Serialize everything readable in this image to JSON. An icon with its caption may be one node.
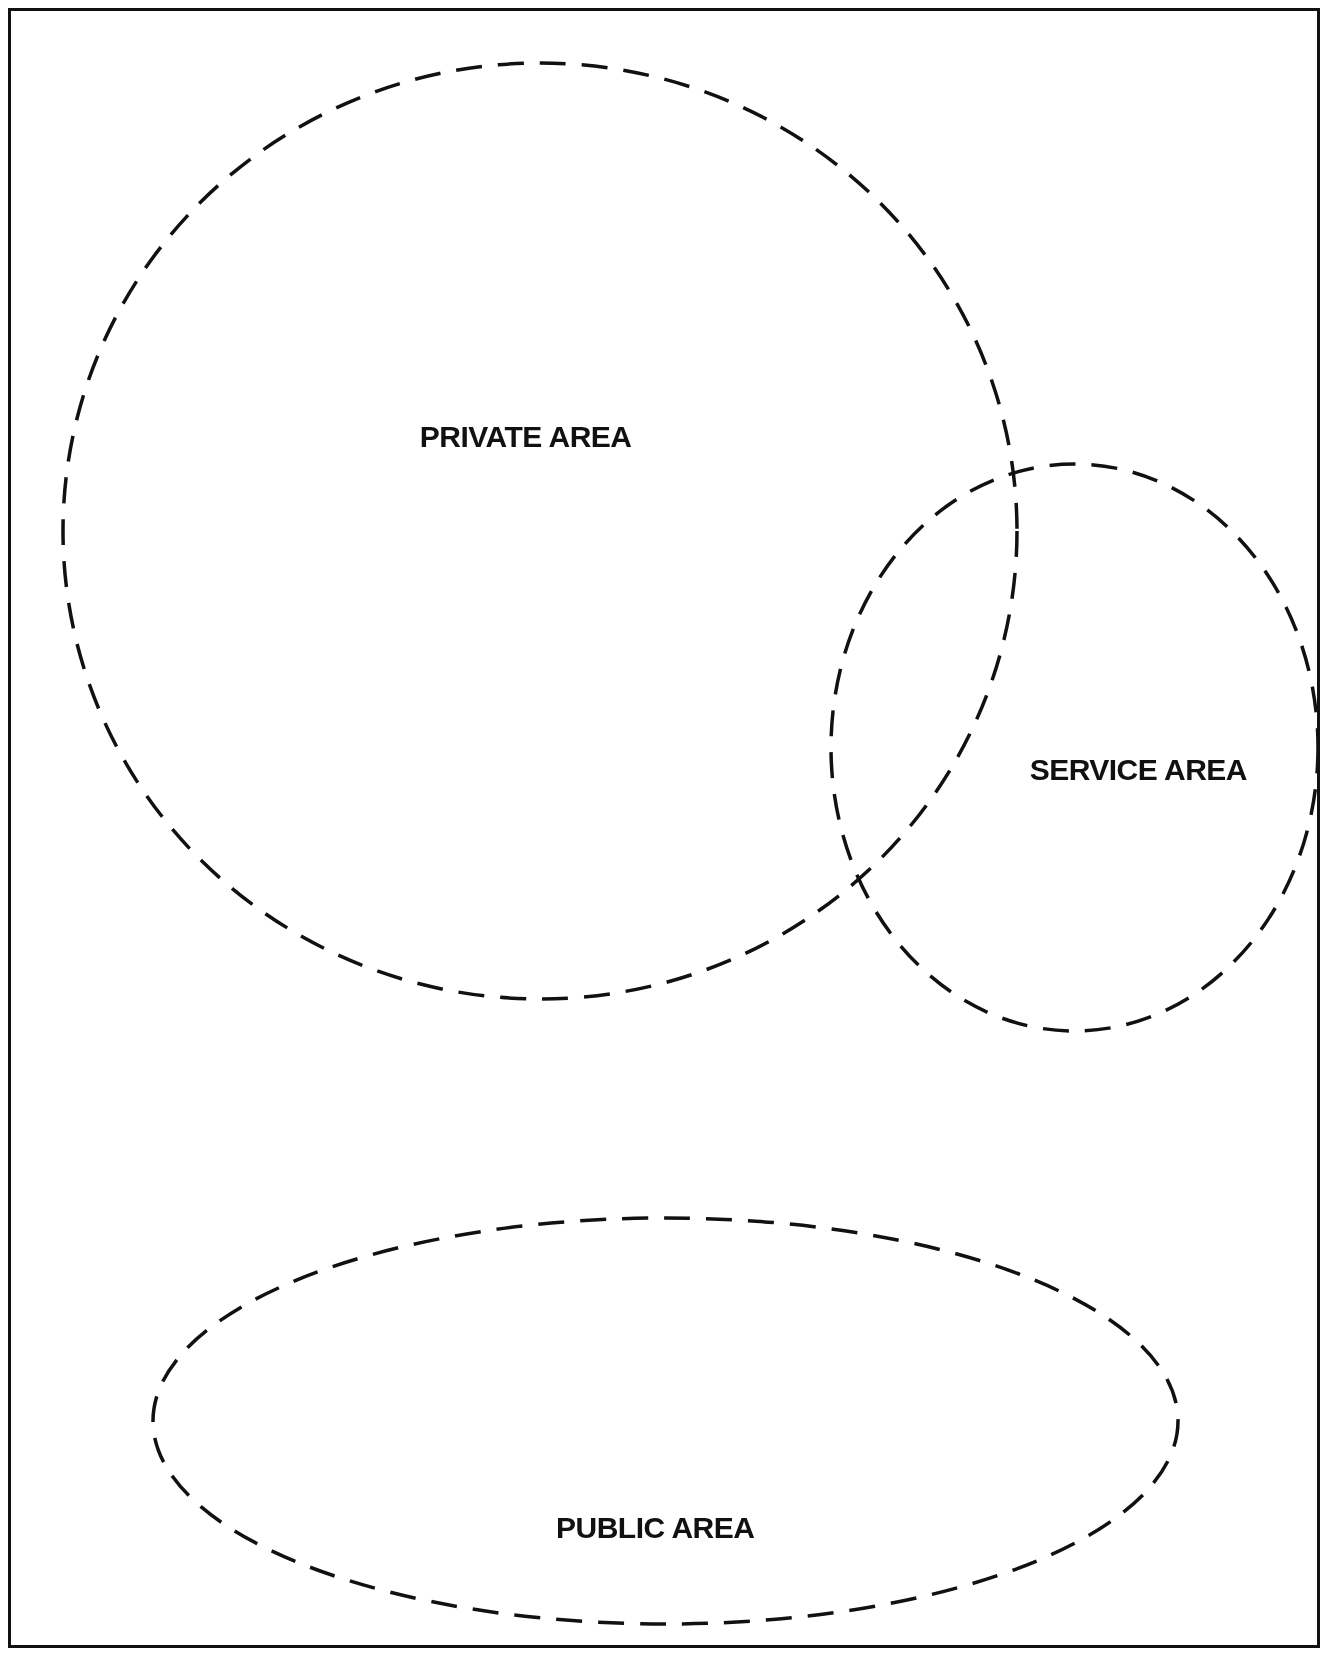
{
  "diagram": {
    "nodes": [
      {
        "text": [
          "PRIVATE AREA"
        ]
      },
      {
        "text": [
          "SERVICE AREA"
        ]
      },
      {
        "text": [
          "PUBLIC AREA"
        ]
      }
    ]
  }
}
